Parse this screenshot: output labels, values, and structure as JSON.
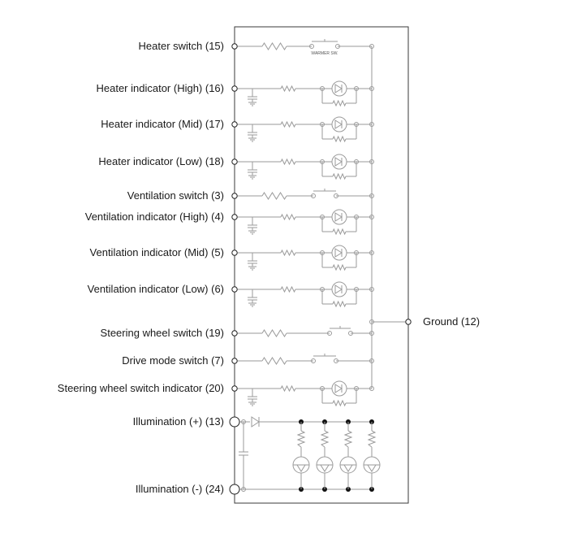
{
  "pins": [
    {
      "label": "Heater switch (15)",
      "type": "switch",
      "caption": "WARMER SW."
    },
    {
      "label": "Heater indicator (High) (16)",
      "type": "indicator",
      "cap": true
    },
    {
      "label": "Heater indicator (Mid) (17)",
      "type": "indicator",
      "cap": true
    },
    {
      "label": "Heater indicator (Low) (18)",
      "type": "indicator",
      "cap": true
    },
    {
      "label": "Ventilation switch (3)",
      "type": "switch"
    },
    {
      "label": "Ventilation indicator (High) (4)",
      "type": "indicator",
      "cap": true
    },
    {
      "label": "Ventilation indicator (Mid) (5)",
      "type": "indicator",
      "cap": true
    },
    {
      "label": "Ventilation indicator (Low) (6)",
      "type": "indicator",
      "cap": true
    },
    {
      "label": "Steering wheel switch (19)",
      "type": "switch"
    },
    {
      "label": "Drive mode switch (7)",
      "type": "switch"
    },
    {
      "label": "Steering wheel switch indicator (20)",
      "type": "indicator",
      "cap": true
    }
  ],
  "ground": {
    "label": "Ground (12)"
  },
  "illumination": {
    "plus_label": "Illumination (+) (13)",
    "minus_label": "Illumination (-) (24)",
    "lamp_count": 4
  }
}
